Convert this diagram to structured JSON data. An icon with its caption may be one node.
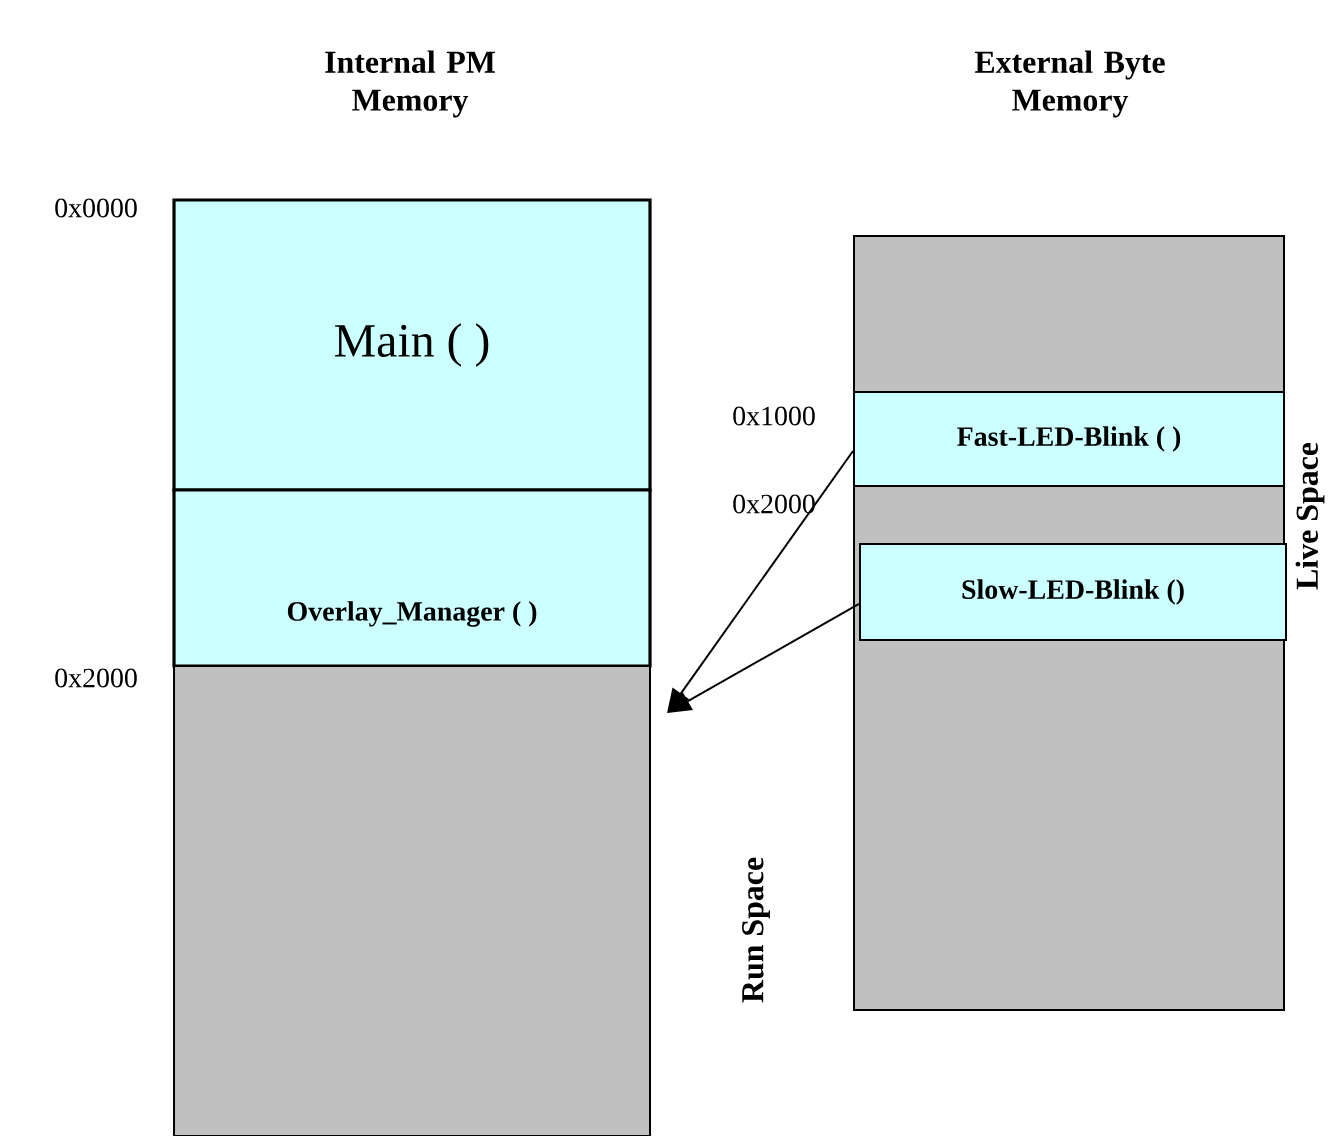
{
  "diagram": {
    "nodes": [
      {
        "text": [
          "Main ( )"
        ]
      },
      {
        "text": [
          "Overlay_Manager ( )"
        ]
      },
      {
        "text": [],
        "shape": "box",
        "beside": [
          "Run Space"
        ]
      },
      {
        "text": [],
        "shape": "box",
        "beside": [
          "Live Space"
        ]
      },
      {
        "text": [
          "Fast-LED-Blink ( )"
        ],
        "in": 3
      },
      {
        "text": [
          "Slow-LED-Blink ()"
        ],
        "in": 3
      }
    ],
    "edges": [
      {
        "from": 4,
        "to": 2,
        "arrow": "to"
      },
      {
        "from": 5,
        "to": 2,
        "arrow": "to"
      }
    ],
    "labels": [
      "Internal PM Memory",
      "External Byte Memory",
      "0x0000",
      "0x1000",
      "0x2000",
      "0x2000"
    ]
  }
}
